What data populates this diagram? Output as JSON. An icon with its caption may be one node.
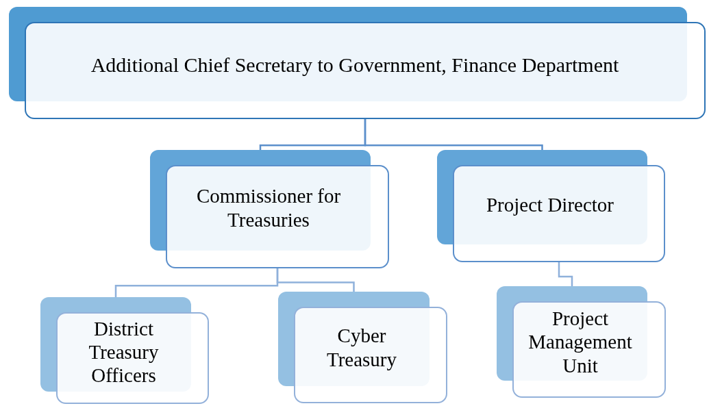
{
  "diagram": {
    "nodes": [
      {
        "text": [
          "Additional Chief Secretary to Government, Finance Department"
        ]
      },
      {
        "text": [
          "Commissioner for Treasuries"
        ]
      },
      {
        "text": [
          "Project Director"
        ]
      },
      {
        "text": [
          "District Treasury Officers"
        ]
      },
      {
        "text": [
          "Cyber Treasury"
        ]
      },
      {
        "text": [
          "Project Management Unit"
        ]
      }
    ],
    "edges": [
      {
        "from": 0,
        "to": 1,
        "arrow": "none"
      },
      {
        "from": 0,
        "to": 2,
        "arrow": "none"
      },
      {
        "from": 1,
        "to": 3,
        "arrow": "none"
      },
      {
        "from": 1,
        "to": 4,
        "arrow": "none"
      },
      {
        "from": 2,
        "to": 5,
        "arrow": "none"
      }
    ]
  }
}
